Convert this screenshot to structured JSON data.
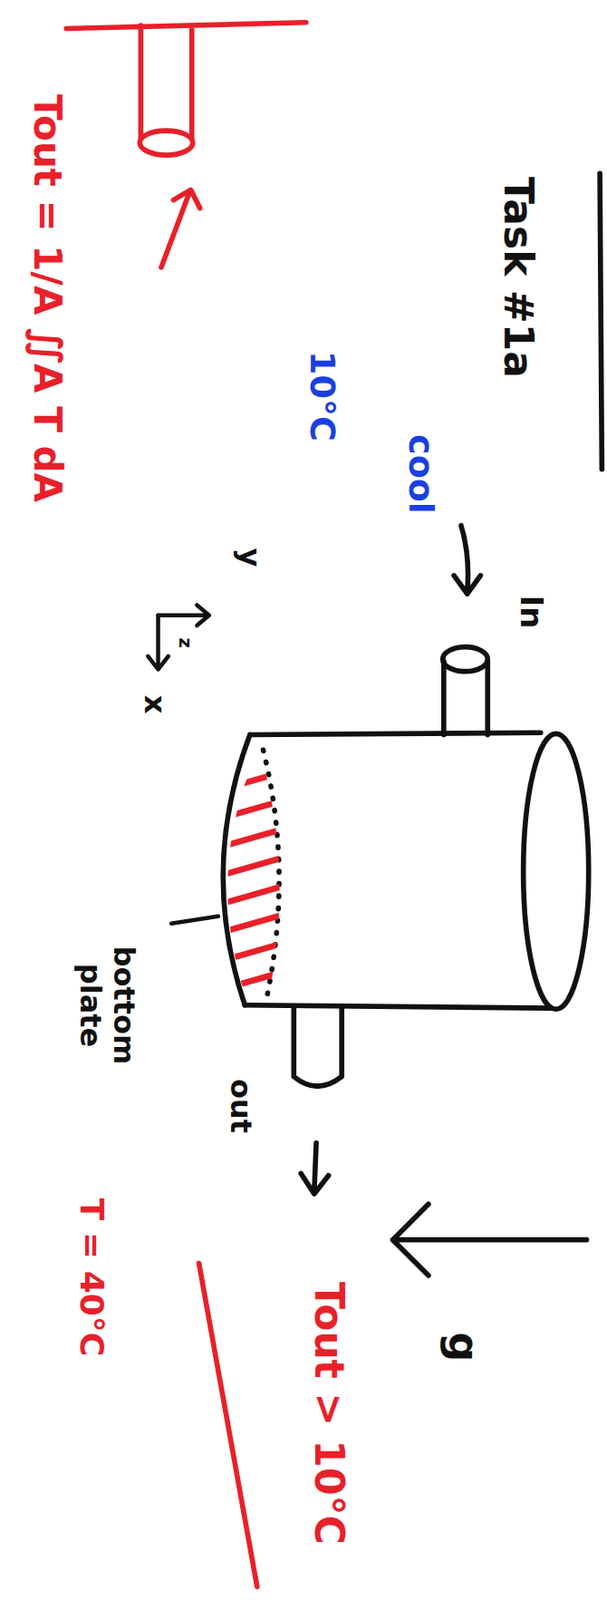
{
  "diagram": {
    "title": "Task #1a",
    "labels": [
      "Tout = 1/A ∬A T dA",
      "cool",
      "10°C",
      "In",
      "y",
      "z",
      "x",
      "bottom plate",
      "out",
      "T = 40°C",
      "Tout > 10°C",
      "g"
    ]
  }
}
